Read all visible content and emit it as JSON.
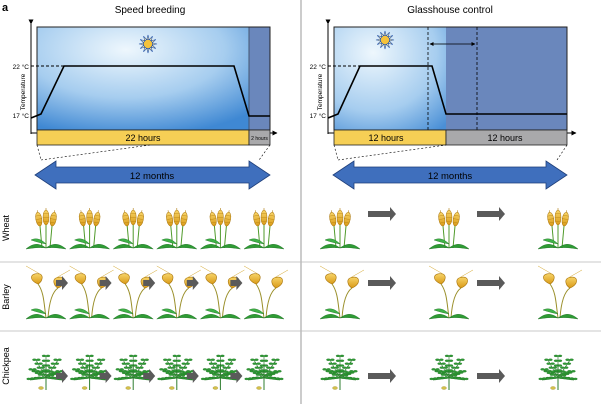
{
  "panel_label": "a",
  "left": {
    "title": "Speed breeding",
    "y_axis_label": "Temperature",
    "y_tick_high": "22 °C",
    "y_tick_low": "17 °C",
    "light_bar_label": "22 hours",
    "dark_bar_label": "2 hours",
    "duration_label": "12 months",
    "plant_rows": [
      {
        "crop": "Wheat",
        "generations": 6
      },
      {
        "crop": "Barley",
        "generations": 6
      },
      {
        "crop": "Chickpea",
        "generations": 6
      }
    ]
  },
  "right": {
    "title": "Glasshouse control",
    "y_axis_label": "Temperature",
    "y_tick_high": "22 °C",
    "y_tick_low": "17 °C",
    "light_bar_label": "12 hours",
    "dark_bar_label": "12 hours",
    "duration_label": "12 months",
    "plant_rows": [
      {
        "crop": "Wheat",
        "generations": 3
      },
      {
        "crop": "Barley",
        "generations": 3
      },
      {
        "crop": "Chickpea",
        "generations": 3
      }
    ]
  },
  "row_labels": [
    "Wheat",
    "Barley",
    "Chickpea"
  ],
  "colors": {
    "light_period": "#f6cf55",
    "dark_period": "#a9a9ab",
    "sky_light": "#d8ecfa",
    "sky_blue": "#4a8fd6",
    "dark_panel": "#6a87bc",
    "timeline_arrow": "#3f6fbd",
    "progress_arrow": "#5a5a5a",
    "leaf_green": "#2e9b34",
    "grain_gold": "#e8b42a"
  },
  "icons": [
    "sun-icon"
  ]
}
